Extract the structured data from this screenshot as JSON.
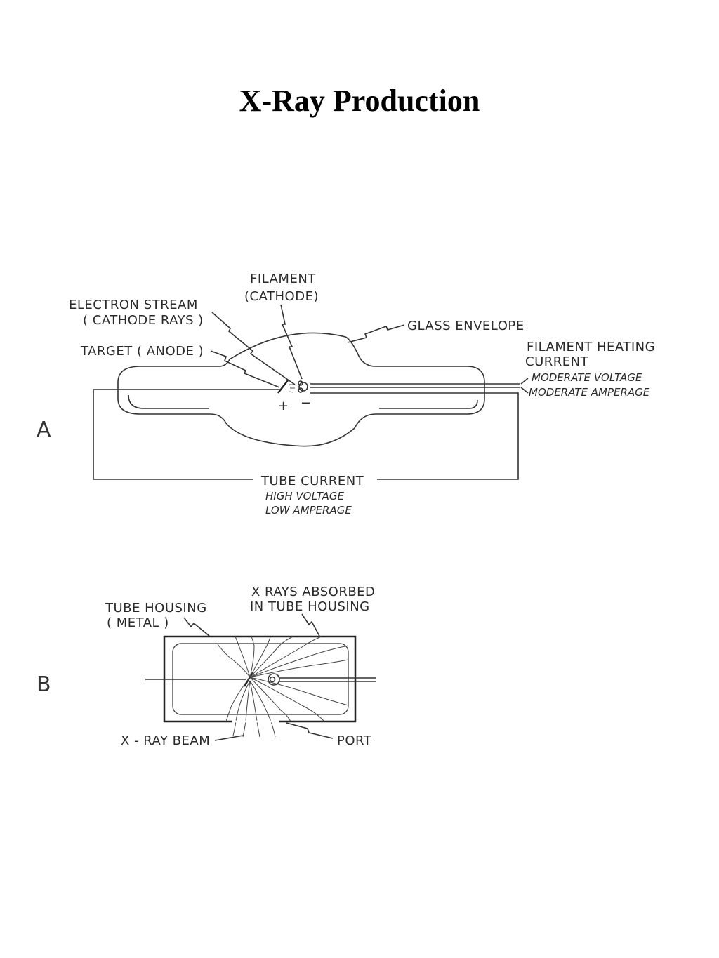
{
  "title": "X-Ray Production",
  "panel_a": {
    "letter": "A",
    "filament": [
      "FILAMENT",
      "(CATHODE)"
    ],
    "electron_stream": [
      "ELECTRON STREAM",
      "( CATHODE RAYS )"
    ],
    "target": "TARGET ( ANODE )",
    "glass_envelope": "GLASS ENVELOPE",
    "filament_heating": [
      "FILAMENT HEATING",
      "CURRENT"
    ],
    "moderate_voltage": "MODERATE VOLTAGE",
    "moderate_amperage": "MODERATE AMPERAGE",
    "plus": "+",
    "minus": "−",
    "tube_current": "TUBE CURRENT",
    "high_voltage": "HIGH VOLTAGE",
    "low_amperage": "LOW AMPERAGE"
  },
  "panel_b": {
    "letter": "B",
    "tube_housing": [
      "TUBE HOUSING",
      "( METAL )"
    ],
    "xrays_absorbed": [
      "X RAYS ABSORBED",
      "IN TUBE HOUSING"
    ],
    "xray_beam": "X - RAY BEAM",
    "port": "PORT"
  }
}
